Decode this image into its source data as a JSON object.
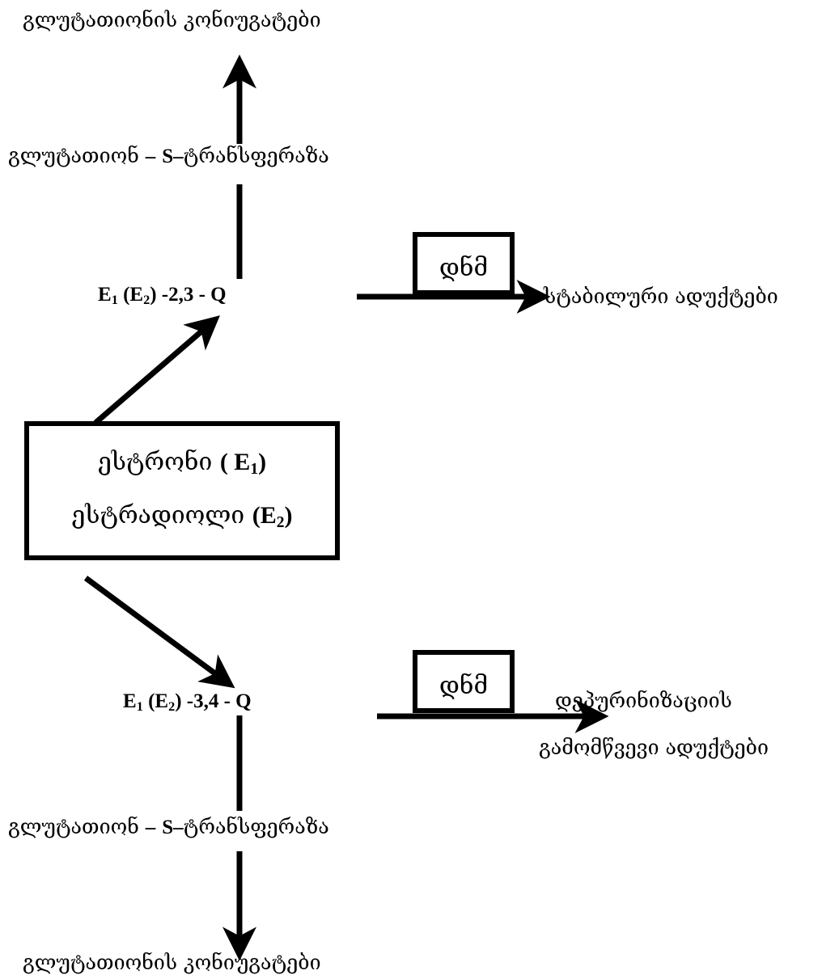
{
  "top_product": "გლუტათიონის კონიუგატები",
  "upper_enzyme": {
    "prefix": "გლუტათიონ",
    "dash1": "–",
    "letter": "S",
    "dash2": "–",
    "name": "ტრანსფერაზა"
  },
  "upper_quinone": {
    "e1": "E",
    "s1": "1",
    "e2": "E",
    "s2": "2",
    "suffix": "-2,3 - Q"
  },
  "dna_box_upper": "დნმ",
  "stable_adducts": "სტაბილური ადუქტები",
  "main_box": {
    "line1": {
      "text": "ესტრონი",
      "open": "( E",
      "sub": "1",
      "close": ")"
    },
    "line2": {
      "text": "ესტრადიოლი",
      "open": "(E",
      "sub": "2",
      "close": ")"
    }
  },
  "lower_quinone": {
    "e1": "E",
    "s1": "1",
    "e2": "E",
    "s2": "2",
    "suffix": "-3,4 - Q"
  },
  "dna_box_lower": "დნმ",
  "depurinating_line1": "დეპურინიზაციის",
  "depurinating_line2": "გამომწვევი ადუქტები",
  "lower_enzyme": {
    "prefix": "გლუტათიონ",
    "dash1": "–",
    "letter": "S",
    "dash2": "–",
    "name": "ტრანსფერაზა"
  },
  "bottom_product": "გლუტათიონის კონიუგატები"
}
